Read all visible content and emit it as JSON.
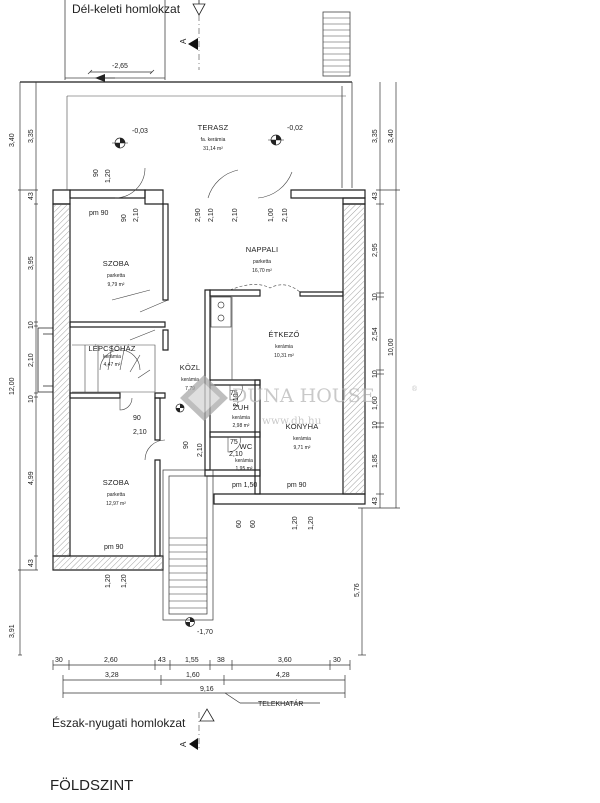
{
  "headings": {
    "top_elevation": "Dél-keleti homlokzat",
    "bottom_elevation": "Észak-nyugati homlokzat",
    "floor": "FÖLDSZINT",
    "section_mark": "A",
    "property_line": "TELEKHATÁR"
  },
  "watermark": {
    "brand": "DUNA HOUSE",
    "registered": "®",
    "url": "www.dh.hu"
  },
  "rooms": [
    {
      "id": "terasz",
      "name": "TERASZ",
      "material": "fa. kerámia",
      "area": "31,14 m²"
    },
    {
      "id": "nappali",
      "name": "NAPPALI",
      "material": "parketta",
      "area": "16,70 m²"
    },
    {
      "id": "szoba1",
      "name": "SZOBA",
      "material": "parketta",
      "area": "9,79 m²"
    },
    {
      "id": "lepcsohaz",
      "name": "LÉPCSŐHÁZ",
      "material": "kerámia",
      "area": "4,47 m²"
    },
    {
      "id": "kozl",
      "name": "KÖZL",
      "material": "kerámia",
      "area": "7,79"
    },
    {
      "id": "etkezo",
      "name": "ÉTKEZŐ",
      "material": "kerámia",
      "area": "10,31 m²"
    },
    {
      "id": "zuh",
      "name": "ZUH",
      "material": "kerámia",
      "area": "2,98 m²"
    },
    {
      "id": "konyha",
      "name": "KONYHA",
      "material": "kerámia",
      "area": "9,71 m²"
    },
    {
      "id": "wc",
      "name": "WC",
      "material": "kerámia",
      "area": "1,95 m²"
    },
    {
      "id": "szoba2",
      "name": "SZOBA",
      "material": "parketta",
      "area": "12,97 m²"
    }
  ],
  "levels": {
    "terrace_left": "-0,03",
    "terrace_right": "-0,02",
    "entry": "-1,70"
  },
  "dimensions": {
    "bottom_row1": [
      "30",
      "2,60",
      "43",
      "1,55",
      "38",
      "3,60",
      "30"
    ],
    "bottom_row2": [
      "3,28",
      "1,60",
      "4,28"
    ],
    "total": "9,16",
    "left_outer": [
      "3,40",
      "12,00",
      "3,91"
    ],
    "left_inner": [
      "3,35",
      "43",
      "3,95",
      "10",
      "2,10",
      "10",
      "4,99",
      "43"
    ],
    "right_inner": [
      "3,35",
      "43",
      "2,95",
      "10",
      "2,54",
      "10",
      "1,60",
      "10",
      "1,85",
      "43"
    ],
    "right_outer": [
      "3,40",
      "10,00",
      "5,76"
    ],
    "top": "-2,65",
    "openings": [
      "pm 90",
      "pm 90",
      "pm 90",
      "pm 1,50",
      "90",
      "1,20",
      "2,10",
      "90",
      "2,10",
      "1,00",
      "2,10",
      "2,90",
      "2,10",
      "60",
      "60",
      "1,20",
      "1,20",
      "1,20",
      "1,20",
      "75",
      "2,10",
      "75",
      "2,10",
      "90",
      "2,10",
      "90",
      "2,10"
    ]
  }
}
